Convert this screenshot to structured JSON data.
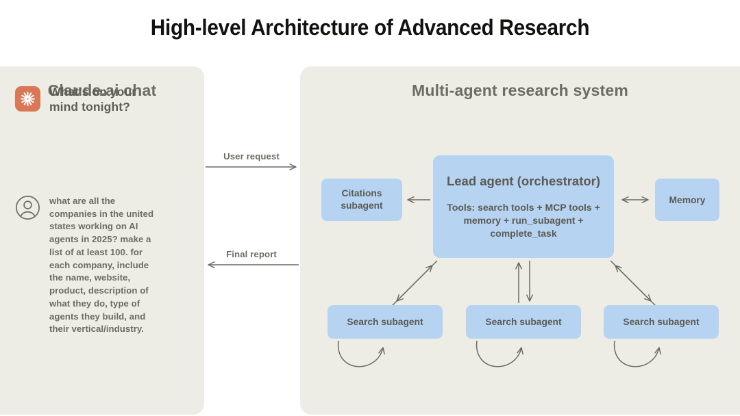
{
  "title": "High-level Architecture of Advanced Research",
  "colors": {
    "page_background": "#FFFFFF",
    "panel_background": "#EEEDE5",
    "agent_box": "#B6D4F2",
    "claude_logo": "#D97757",
    "text_primary": "#14120F",
    "text_muted": "#6D6B62",
    "arrow": "#6B6A63"
  },
  "left_panel": {
    "title": "Claude.ai chat",
    "greeting": "What’s on your mind tonight?",
    "user_message": "what are all the companies in the united states working on AI agents in 2025? make a list of at least 100. for each company, include the name, website, product, description of what they do, type of agents they build, and their vertical/industry."
  },
  "right_panel": {
    "title": "Multi-agent research system",
    "lead_agent": {
      "title": "Lead agent (orchestrator)",
      "tools": "Tools: search tools + MCP tools + memory + run_subagent + complete_task"
    },
    "citations_subagent": "Citations subagent",
    "memory": "Memory",
    "search_subagents": [
      "Search subagent",
      "Search subagent",
      "Search subagent"
    ]
  },
  "flows": {
    "user_request": "User request",
    "final_report": "Final report"
  }
}
